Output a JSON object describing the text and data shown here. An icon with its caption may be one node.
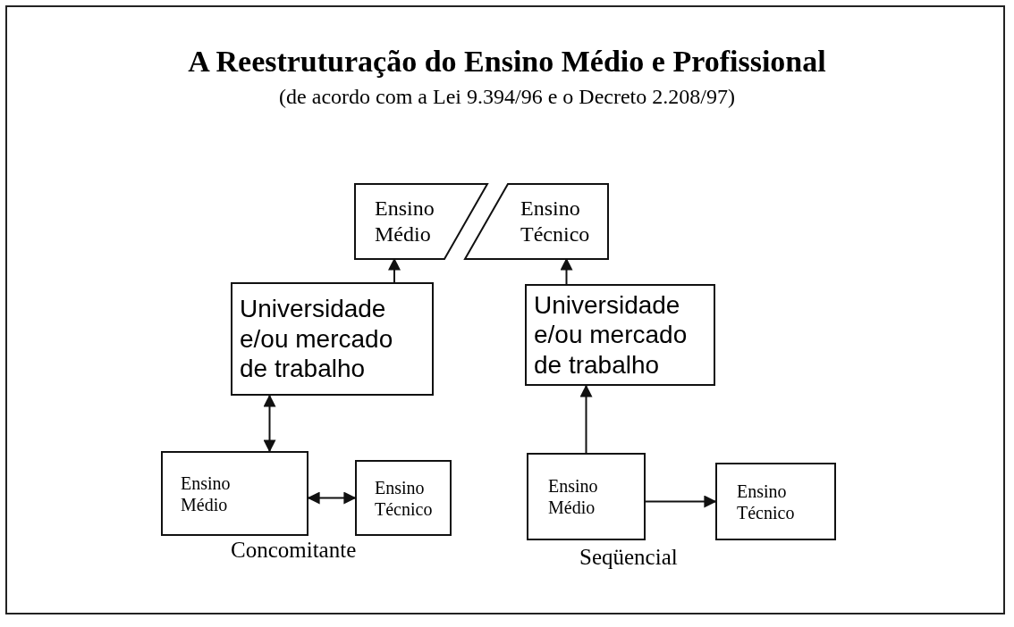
{
  "diagram": {
    "title": "A Reestruturação do Ensino Médio e Profissional",
    "nodes": [
      {
        "text": [
          "Ensino Médio"
        ]
      },
      {
        "text": [
          "Ensino Técnico"
        ]
      },
      {
        "text": [
          "Universidade e/ou mercado de trabalho"
        ]
      },
      {
        "text": [
          "Universidade e/ou mercado de trabalho"
        ]
      },
      {
        "text": [
          "Ensino Médio"
        ]
      },
      {
        "text": [
          "Ensino Técnico"
        ]
      },
      {
        "text": [
          "Ensino Médio"
        ]
      },
      {
        "text": [
          "Ensino Técnico"
        ]
      }
    ],
    "edges": [
      {
        "from": 2,
        "to": 0,
        "arrow": "to"
      },
      {
        "from": 3,
        "to": 1,
        "arrow": "to"
      },
      {
        "from": 4,
        "to": 2,
        "arrow": "both"
      },
      {
        "from": 4,
        "to": 5,
        "arrow": "both"
      },
      {
        "from": 6,
        "to": 3,
        "arrow": "to"
      },
      {
        "from": 6,
        "to": 7,
        "arrow": "to"
      }
    ],
    "labels": [
      "(de acordo com a Lei 9.394/96 e o Decreto 2.208/97)",
      "Concomitante",
      "Seqüencial"
    ]
  }
}
